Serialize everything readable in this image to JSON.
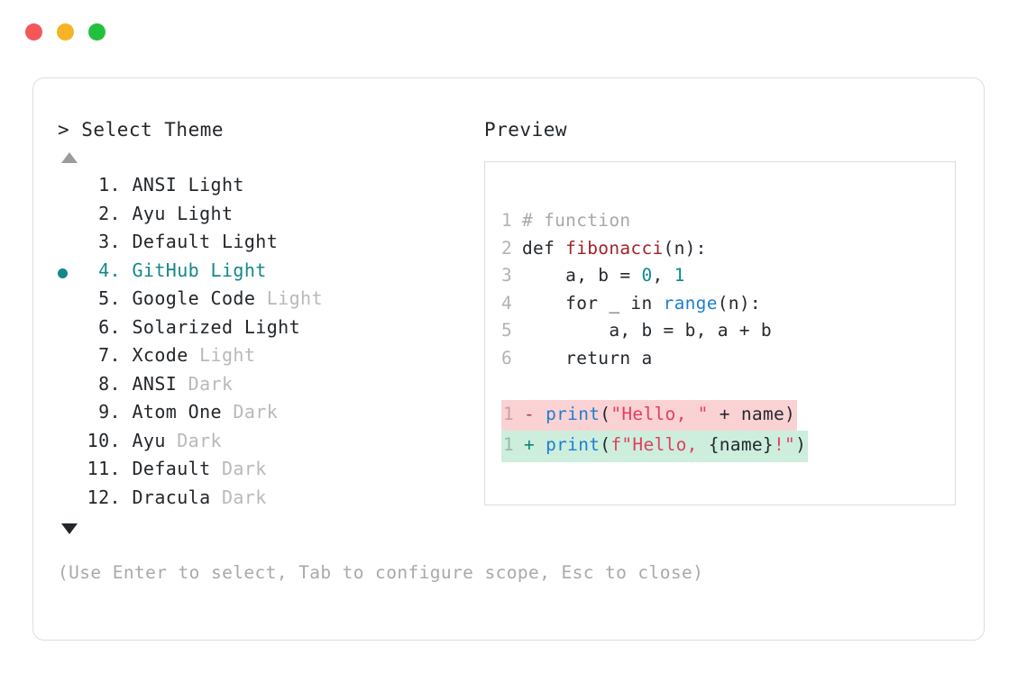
{
  "window": {
    "traffic_lights": [
      {
        "name": "close",
        "color": "#f4575a"
      },
      {
        "name": "minimize",
        "color": "#f5b426"
      },
      {
        "name": "maximize",
        "color": "#22c03c"
      }
    ]
  },
  "prompt": {
    "heading": "> Select Theme",
    "scroll_up_icon": "triangle-up",
    "scroll_down_icon": "triangle-down",
    "scroll_up_active": false,
    "scroll_down_active": true,
    "selected_index": 4,
    "accent_color": "#13878b",
    "items": [
      {
        "num": " 1.",
        "name": "ANSI",
        "variant": "Light",
        "variant_dim": false,
        "selected": false
      },
      {
        "num": " 2.",
        "name": "Ayu",
        "variant": "Light",
        "variant_dim": false,
        "selected": false
      },
      {
        "num": " 3.",
        "name": "Default",
        "variant": "Light",
        "variant_dim": false,
        "selected": false
      },
      {
        "num": " 4.",
        "name": "GitHub",
        "variant": "Light",
        "variant_dim": false,
        "selected": true
      },
      {
        "num": " 5.",
        "name": "Google Code",
        "variant": "Light",
        "variant_dim": true,
        "selected": false
      },
      {
        "num": " 6.",
        "name": "Solarized",
        "variant": "Light",
        "variant_dim": false,
        "selected": false
      },
      {
        "num": " 7.",
        "name": "Xcode",
        "variant": "Light",
        "variant_dim": true,
        "selected": false
      },
      {
        "num": " 8.",
        "name": "ANSI",
        "variant": "Dark",
        "variant_dim": true,
        "selected": false
      },
      {
        "num": " 9.",
        "name": "Atom One",
        "variant": "Dark",
        "variant_dim": true,
        "selected": false
      },
      {
        "num": "10.",
        "name": "Ayu",
        "variant": "Dark",
        "variant_dim": true,
        "selected": false
      },
      {
        "num": "11.",
        "name": "Default",
        "variant": "Dark",
        "variant_dim": true,
        "selected": false
      },
      {
        "num": "12.",
        "name": "Dracula",
        "variant": "Dark",
        "variant_dim": true,
        "selected": false
      }
    ],
    "hint": "(Use Enter to select, Tab to configure scope, Esc to close)"
  },
  "preview": {
    "heading": "Preview",
    "code_lines": [
      {
        "ln": "1",
        "tokens": [
          {
            "t": "# function",
            "c": "comment"
          }
        ]
      },
      {
        "ln": "2",
        "tokens": [
          {
            "t": "def ",
            "c": "plain"
          },
          {
            "t": "fibonacci",
            "c": "func"
          },
          {
            "t": "(n):",
            "c": "plain"
          }
        ]
      },
      {
        "ln": "3",
        "tokens": [
          {
            "t": "    a, b = ",
            "c": "plain"
          },
          {
            "t": "0",
            "c": "num"
          },
          {
            "t": ", ",
            "c": "plain"
          },
          {
            "t": "1",
            "c": "num"
          }
        ]
      },
      {
        "ln": "4",
        "tokens": [
          {
            "t": "    for _ in ",
            "c": "plain"
          },
          {
            "t": "range",
            "c": "builtin"
          },
          {
            "t": "(n):",
            "c": "plain"
          }
        ]
      },
      {
        "ln": "5",
        "tokens": [
          {
            "t": "        a, b = b, a + b",
            "c": "plain"
          }
        ]
      },
      {
        "ln": "6",
        "tokens": [
          {
            "t": "    return a",
            "c": "plain"
          }
        ]
      }
    ],
    "diff_lines": [
      {
        "ln": "1",
        "kind": "del",
        "sign": "-",
        "tokens": [
          {
            "t": "print",
            "c": "builtin"
          },
          {
            "t": "(",
            "c": "plain"
          },
          {
            "t": "\"Hello, \"",
            "c": "str"
          },
          {
            "t": " + name)",
            "c": "plain"
          }
        ]
      },
      {
        "ln": "1",
        "kind": "add",
        "sign": "+",
        "tokens": [
          {
            "t": "print",
            "c": "builtin"
          },
          {
            "t": "(",
            "c": "plain"
          },
          {
            "t": "f\"Hello, ",
            "c": "str"
          },
          {
            "t": "{name}",
            "c": "plain"
          },
          {
            "t": "!\"",
            "c": "str"
          },
          {
            "t": ")",
            "c": "plain"
          }
        ]
      }
    ]
  }
}
